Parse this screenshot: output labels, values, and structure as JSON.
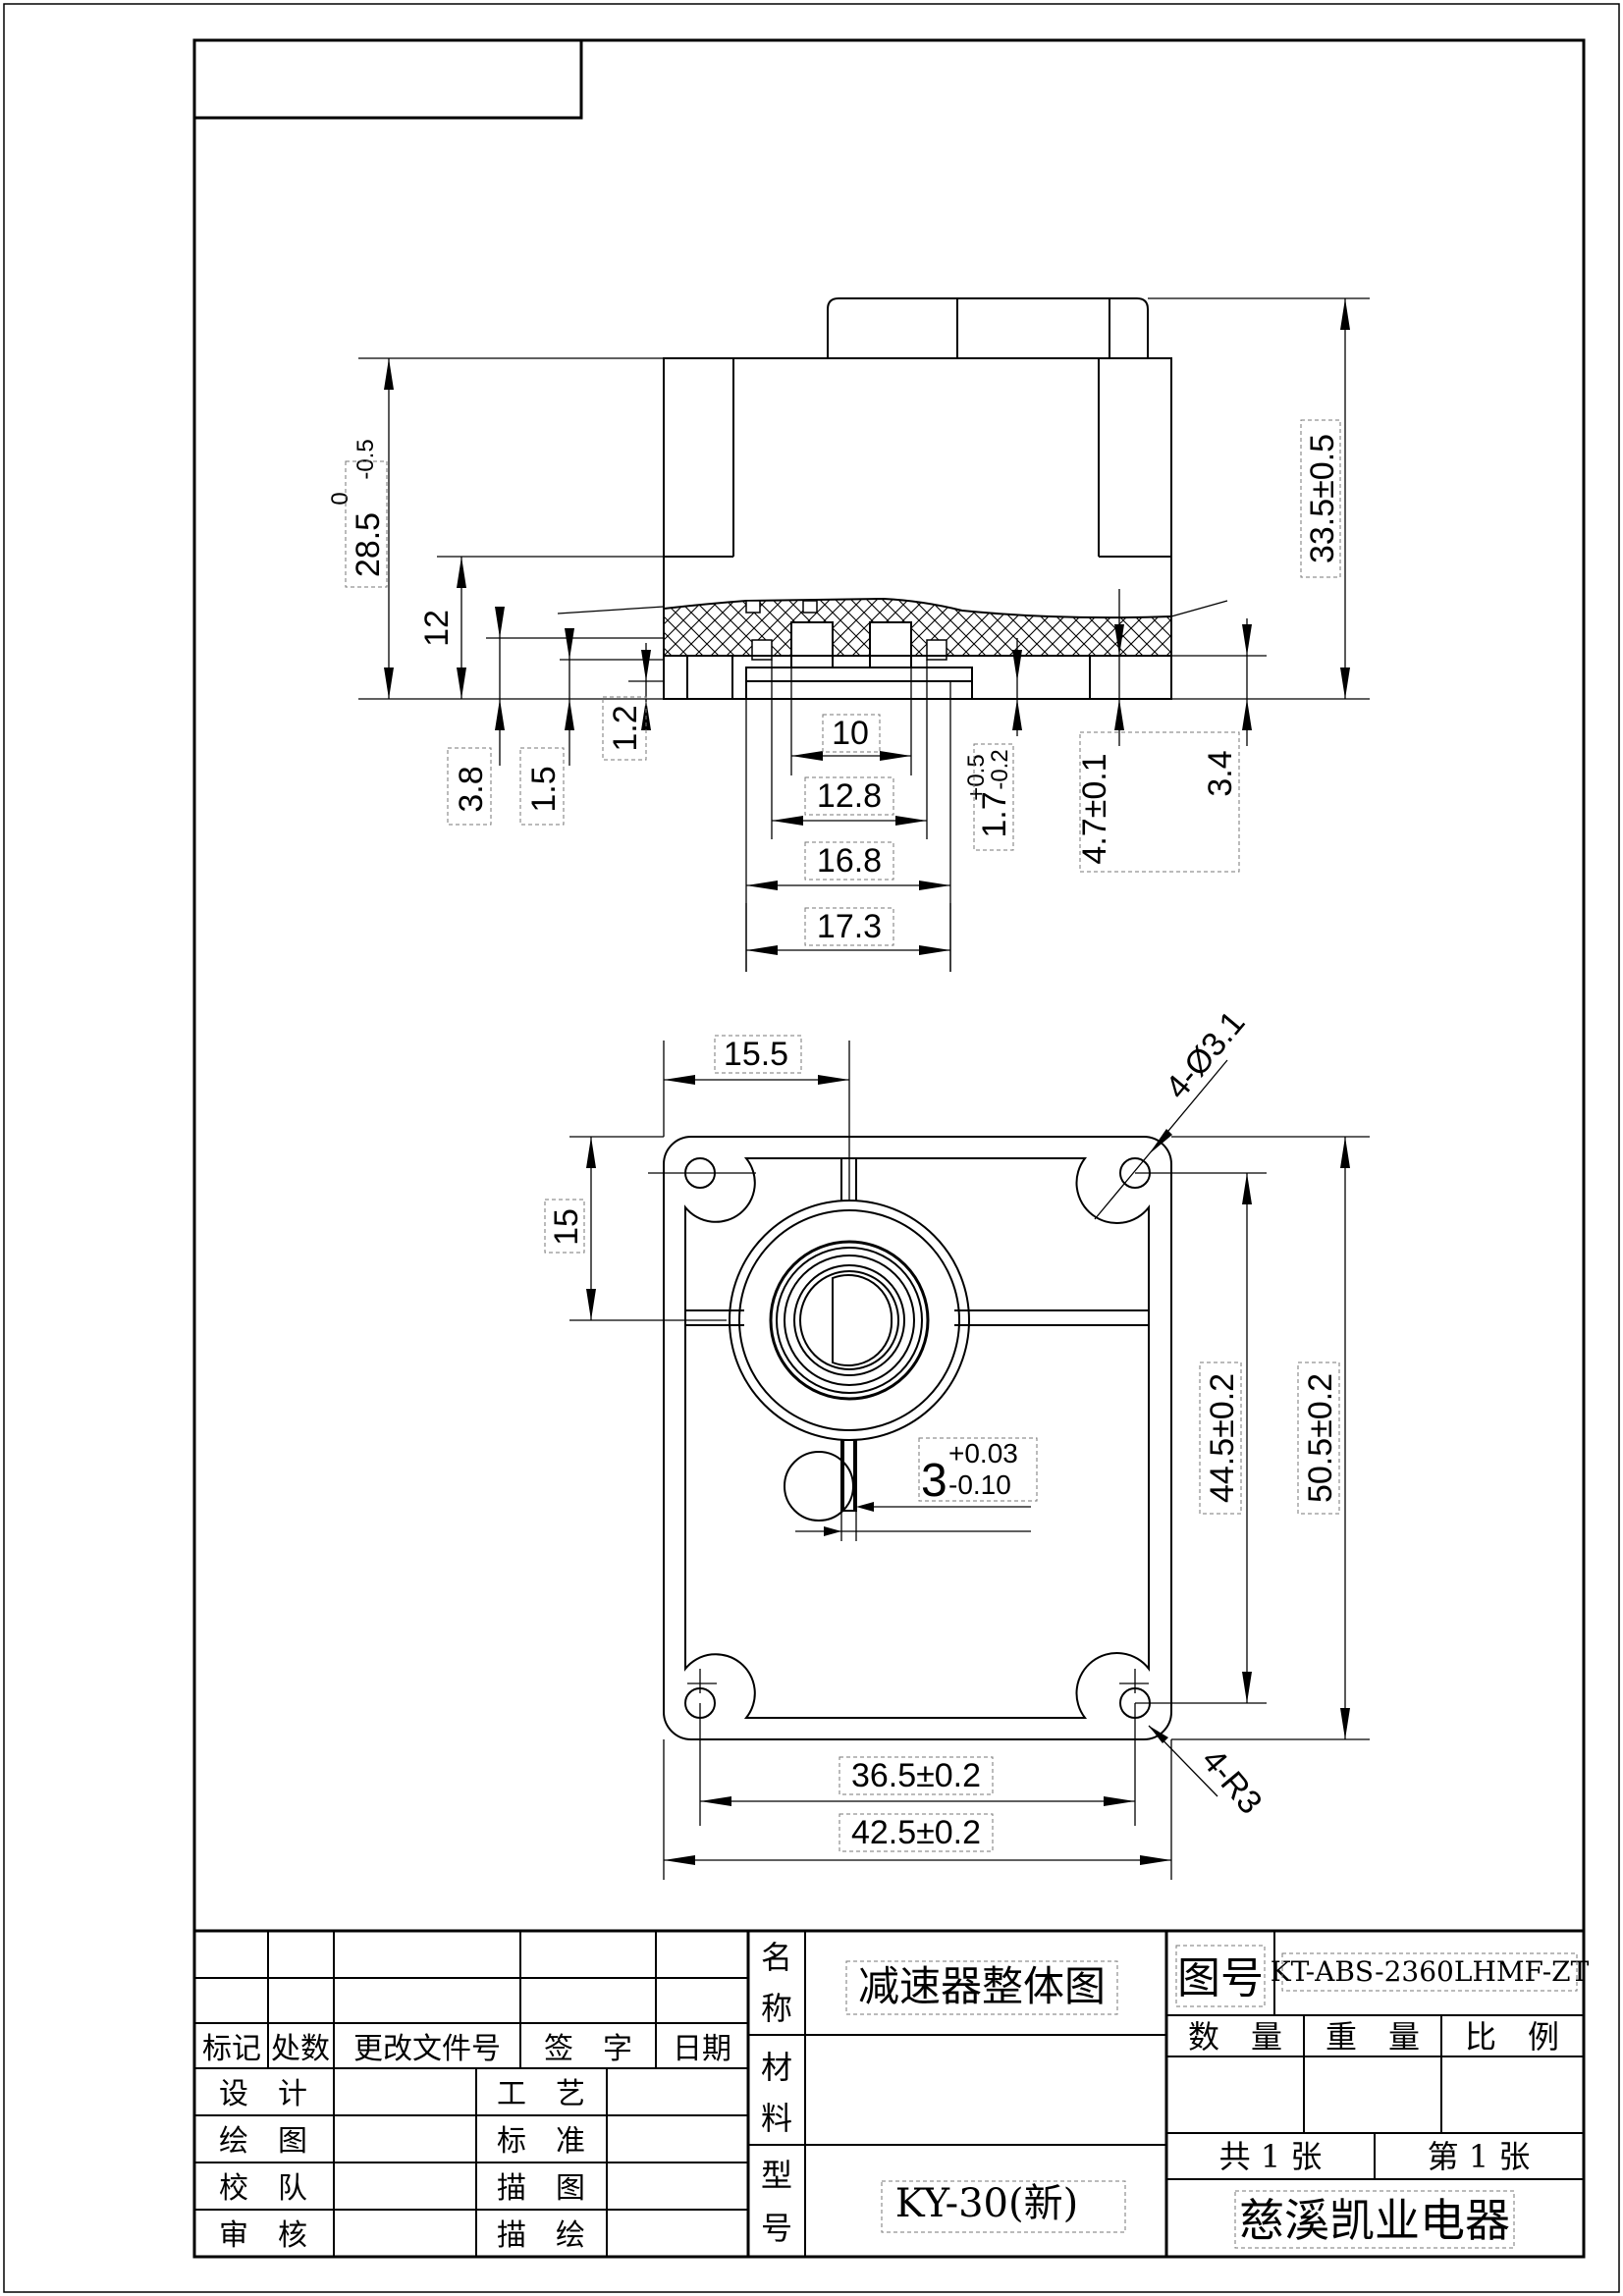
{
  "side_view": {
    "dims": {
      "height_overall": "33.5±0.5",
      "height_body": "28.5",
      "height_body_tol_upper": "0",
      "height_body_tol_lower": "-0.5",
      "d12": "12",
      "d3_8": "3.8",
      "d1_5": "1.5",
      "d1_2": "1.2",
      "d10": "10",
      "d12_8": "12.8",
      "d16_8": "16.8",
      "d17_3": "17.3",
      "d1_7": "1.7",
      "d1_7_tol_upper": "+0.5",
      "d1_7_tol_lower": "-0.2",
      "d4_7": "4.7±0.1",
      "d3_4": "3.4"
    }
  },
  "front_view": {
    "dims": {
      "d15_5": "15.5",
      "d15": "15",
      "holes": "4-Ø3.1",
      "d44_5": "44.5±0.2",
      "d50_5": "50.5±0.2",
      "d36_5": "36.5±0.2",
      "d42_5": "42.5±0.2",
      "radius": "4-R3",
      "shaft": "3",
      "shaft_tol_upper": "+0.03",
      "shaft_tol_lower": "-0.10"
    }
  },
  "title_block": {
    "headers": [
      "标记",
      "处数",
      "更改文件号",
      "签　字",
      "日期"
    ],
    "roles_left": [
      "设　计",
      "绘　图",
      "校　队",
      "审　核"
    ],
    "roles_right": [
      "工　艺",
      "标　准",
      "描　图",
      "描　绘"
    ],
    "name_label": [
      "名",
      "称"
    ],
    "material_label": [
      "材",
      "料"
    ],
    "model_label": [
      "型",
      "号"
    ],
    "drawing_name": "减速器整体图",
    "model": "KY-30(新)",
    "drawing_no_label": "图号",
    "drawing_no": "KT-ABS-2360LHMF-ZT",
    "qty_label": "数　量",
    "weight_label": "重　量",
    "scale_label": "比　例",
    "total_sheets": "共 1 张",
    "sheet_no": "第 1 张",
    "company": "慈溪凯业电器"
  }
}
